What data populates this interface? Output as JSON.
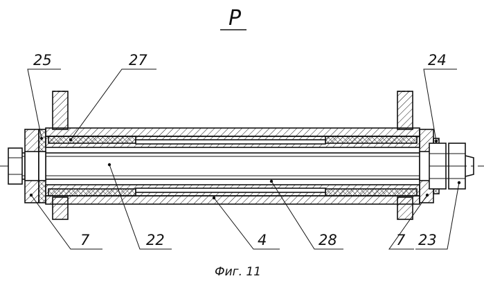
{
  "title": "P",
  "caption": "Фиг. 11",
  "labels": {
    "l25": "25",
    "l27": "27",
    "l24": "24",
    "l7a": "7",
    "l22": "22",
    "l4": "4",
    "l28": "28",
    "l7b": "7",
    "l23": "23"
  }
}
